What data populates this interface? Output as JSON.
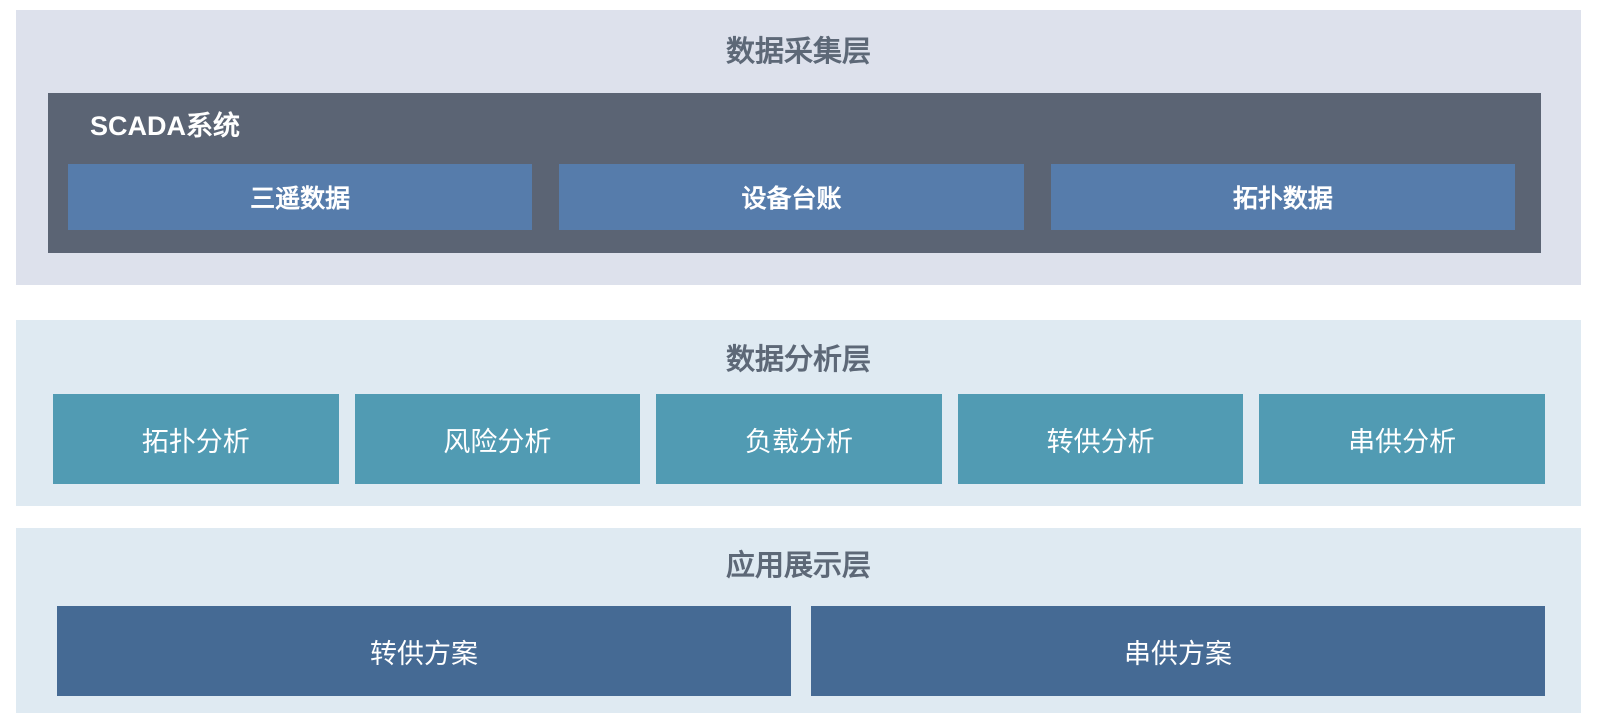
{
  "diagram": {
    "collection_layer": {
      "title": "数据采集层",
      "scada": {
        "title": "SCADA系统",
        "items": [
          {
            "label": "三遥数据"
          },
          {
            "label": "设备台账"
          },
          {
            "label": "拓扑数据"
          }
        ]
      }
    },
    "analysis_layer": {
      "title": "数据分析层",
      "items": [
        {
          "label": "拓扑分析"
        },
        {
          "label": "风险分析"
        },
        {
          "label": "负载分析"
        },
        {
          "label": "转供分析"
        },
        {
          "label": "串供分析"
        }
      ]
    },
    "application_layer": {
      "title": "应用展示层",
      "items": [
        {
          "label": "转供方案"
        },
        {
          "label": "串供方案"
        }
      ]
    }
  },
  "colors": {
    "collection_layer_bg": "#dde1ec",
    "scada_bg": "#5b6474",
    "scada_item_bg": "#567cab",
    "analysis_layer_bg": "#dfeaf2",
    "analysis_item_bg": "#519bb3",
    "application_layer_bg": "#dfeaf2",
    "application_item_bg": "#456a94",
    "layer_title_text": "#5d6877",
    "item_text": "#ffffff",
    "page_bg": "#ffffff"
  }
}
